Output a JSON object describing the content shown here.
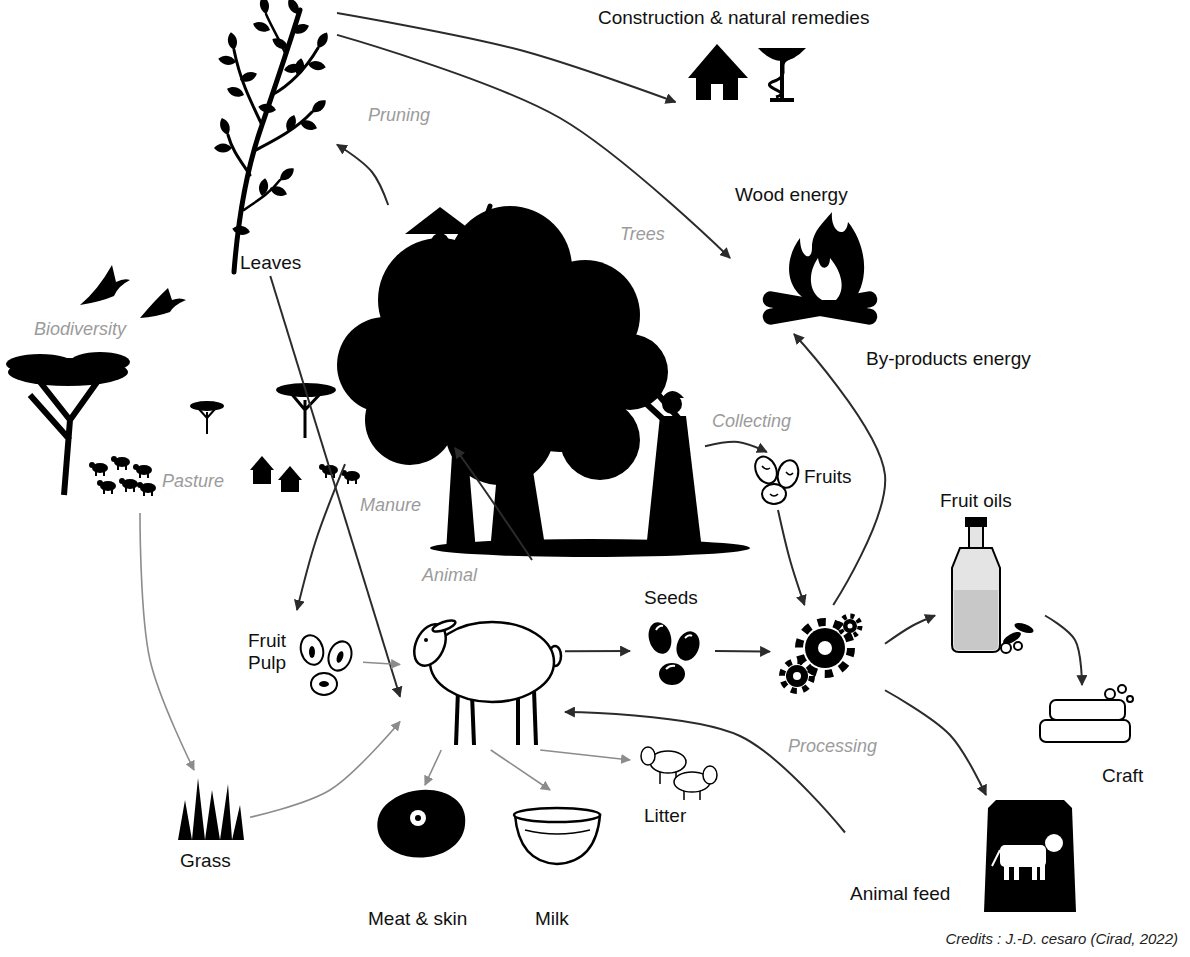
{
  "diagram": {
    "nodes": [
      {
        "text": [
          "Leaves"
        ]
      },
      {
        "text": [
          "Construction & natural remedies"
        ]
      },
      {
        "text": [
          "Wood energy"
        ]
      },
      {
        "text": [
          "Trees"
        ]
      },
      {
        "text": [
          "Pasture"
        ]
      },
      {
        "text": [
          "Fruits"
        ]
      },
      {
        "text": [
          "Fruit oils"
        ]
      },
      {
        "text": [
          "Animal"
        ]
      },
      {
        "text": [
          "Seeds"
        ]
      },
      {
        "text": [
          "Processing"
        ]
      },
      {
        "text": [
          "Fruit Pulp"
        ]
      },
      {
        "text": [
          "Craft"
        ]
      },
      {
        "text": [
          "Grass"
        ]
      },
      {
        "text": [
          "Litter"
        ]
      },
      {
        "text": [
          "Animal feed"
        ]
      },
      {
        "text": [
          "Meat & skin"
        ]
      },
      {
        "text": [
          "Milk"
        ]
      }
    ],
    "edges": [
      {
        "from": 3,
        "to": 0,
        "label": "Pruning",
        "arrow": "to"
      },
      {
        "from": 0,
        "to": 1,
        "arrow": "to"
      },
      {
        "from": 0,
        "to": 2,
        "arrow": "to"
      },
      {
        "from": 0,
        "to": 7,
        "arrow": "to"
      },
      {
        "from": 3,
        "to": 5,
        "label": "Collecting",
        "arrow": "to"
      },
      {
        "from": 3,
        "to": 10,
        "arrow": "to"
      },
      {
        "from": 4,
        "to": 12,
        "arrow": "to"
      },
      {
        "from": 12,
        "to": 7,
        "arrow": "to"
      },
      {
        "from": 10,
        "to": 7,
        "arrow": "to"
      },
      {
        "from": 7,
        "to": 4,
        "label": "Manure",
        "arrow": "to"
      },
      {
        "from": 7,
        "to": 8,
        "arrow": "to"
      },
      {
        "from": 8,
        "to": 9,
        "arrow": "to"
      },
      {
        "from": 5,
        "to": 9,
        "arrow": "to"
      },
      {
        "from": 9,
        "to": 2,
        "label": "By-products energy",
        "arrow": "to"
      },
      {
        "from": 9,
        "to": 6,
        "arrow": "to"
      },
      {
        "from": 6,
        "to": 11,
        "arrow": "to"
      },
      {
        "from": 9,
        "to": 14,
        "arrow": "to"
      },
      {
        "from": 14,
        "to": 7,
        "arrow": "to"
      },
      {
        "from": 7,
        "to": 15,
        "arrow": "to"
      },
      {
        "from": 7,
        "to": 16,
        "arrow": "to"
      },
      {
        "from": 7,
        "to": 13,
        "arrow": "to"
      }
    ],
    "labels": [
      "Biodiversity",
      "Credits : J.-D. cesaro (Cirad, 2022)"
    ]
  }
}
